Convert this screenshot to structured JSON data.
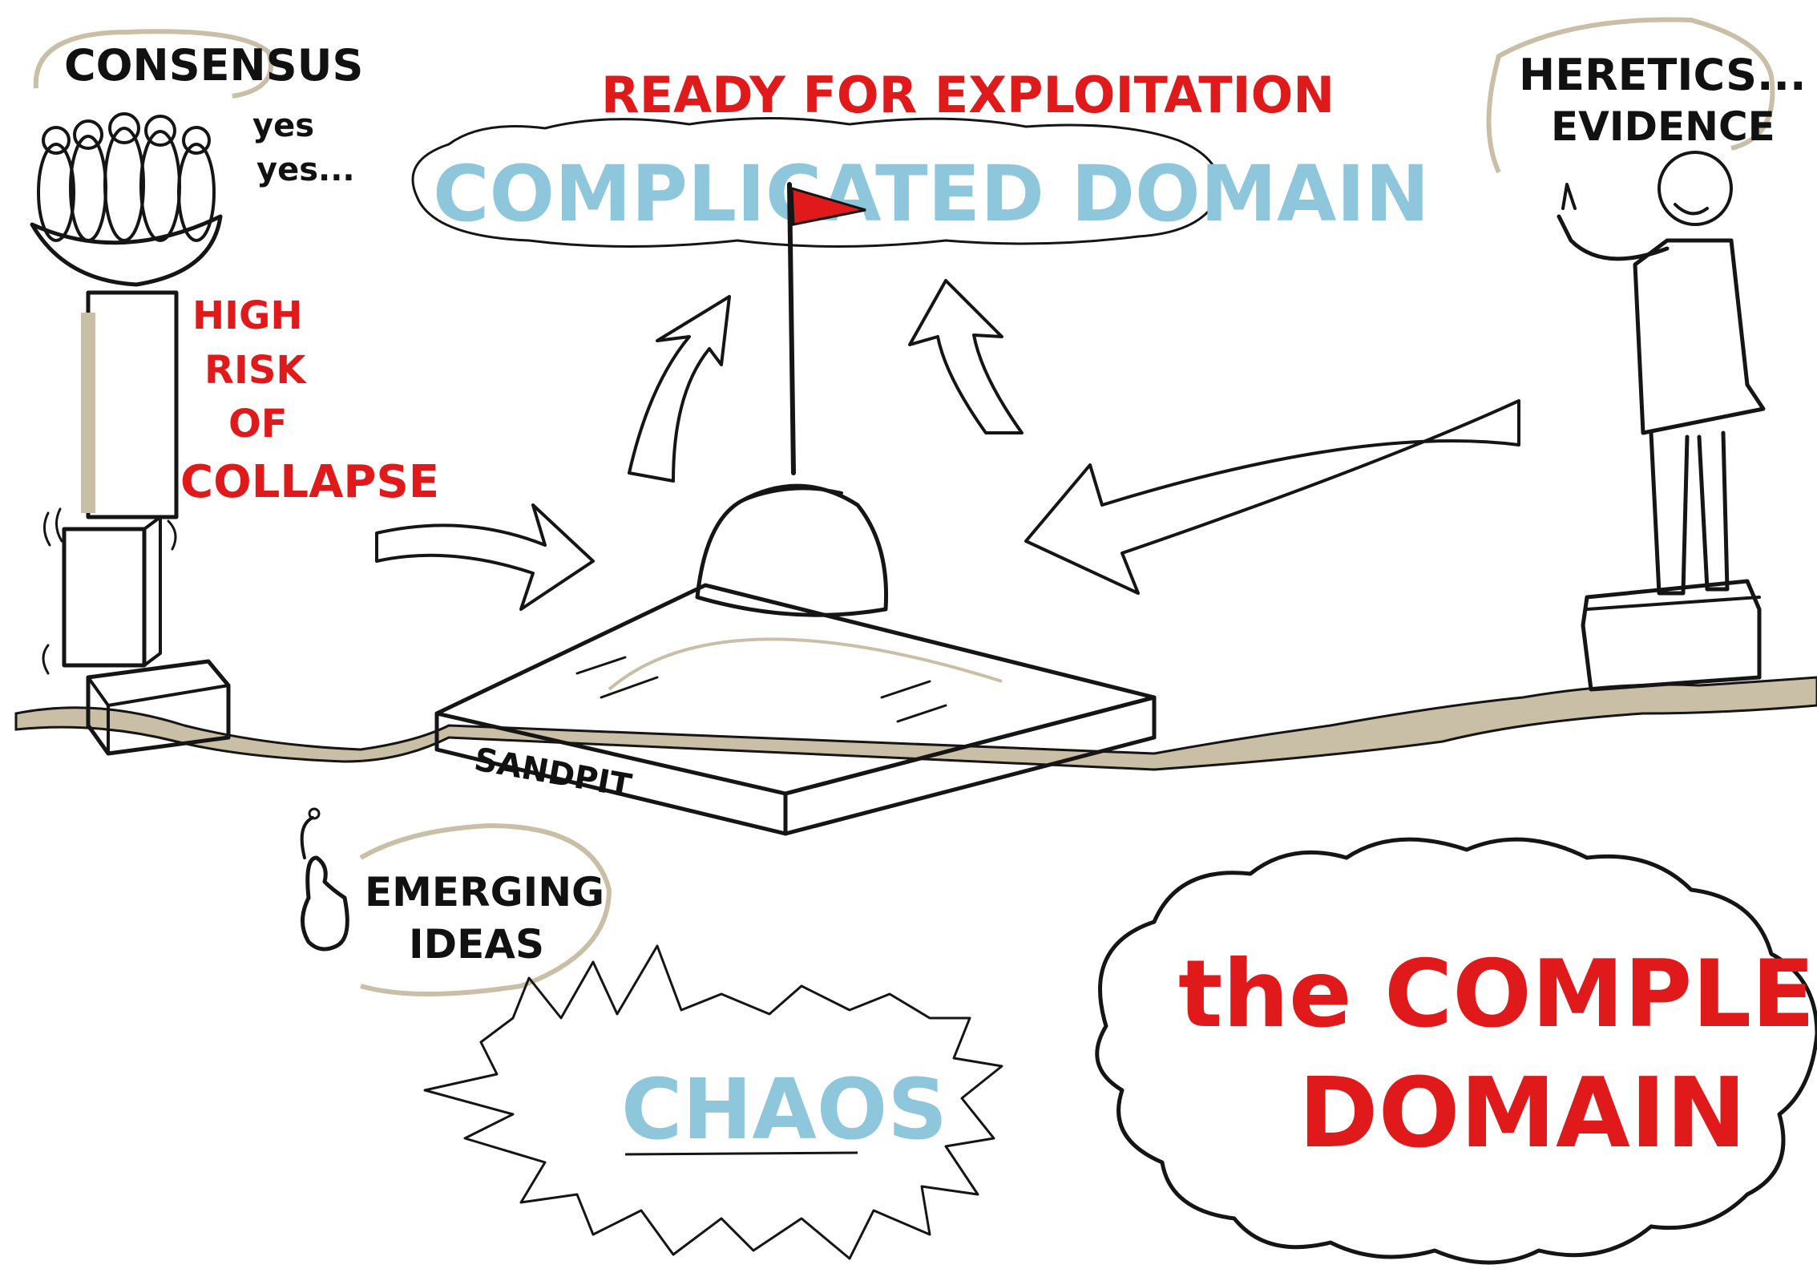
{
  "labels": {
    "consensus": "CONSENSUS",
    "yes1": "yes",
    "yes2": "yes...",
    "high_risk_line1": "HIGH",
    "high_risk_line2": "RISK",
    "high_risk_line3": "OF",
    "high_risk_line4": "COLLAPSE",
    "ready_for_exploitation": "READY FOR EXPLOITATION",
    "complicated_domain": "COMPLICATED DOMAIN",
    "heretics": "HERETICS...",
    "evidence": "EVIDENCE",
    "sandpit": "SANDPIT",
    "emerging_line1": "EMERGING",
    "emerging_line2": "IDEAS",
    "chaos": "CHAOS",
    "complex_line1": "the COMPLEX",
    "complex_line2": "DOMAIN"
  },
  "colors": {
    "red_text": "#e0191b",
    "blue_text": "#8ec6dc",
    "ink": "#151515",
    "cream": "#f8f1c8",
    "ground": "#c9bfa6"
  },
  "icons": {
    "crowd": "crowd-in-bowl-icon",
    "sprout": "seed-sprout-icon",
    "flag": "flag-icon",
    "man": "standing-man-icon"
  }
}
